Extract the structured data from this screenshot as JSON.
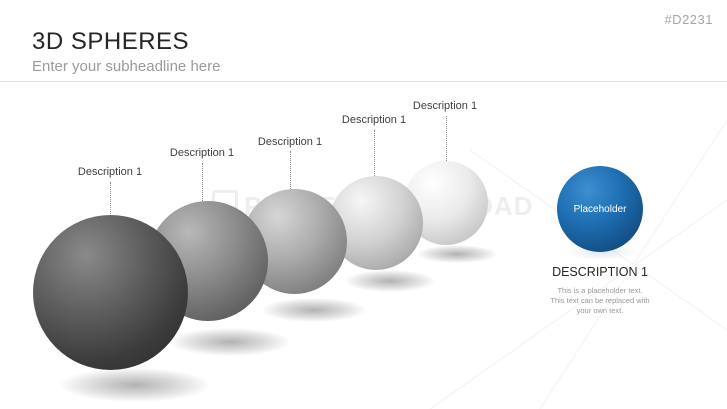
{
  "slide_id": "#D2231",
  "header": {
    "title": "3D SPHERES",
    "subtitle": "Enter your subheadline here"
  },
  "watermark": "PRESENTATIONLOAD",
  "spheres": [
    {
      "label": "Description 1",
      "shade": "#5e5e5e"
    },
    {
      "label": "Description 1",
      "shade": "#8c8c8c"
    },
    {
      "label": "Description 1",
      "shade": "#ababab"
    },
    {
      "label": "Description 1",
      "shade": "#d2d2d2"
    },
    {
      "label": "Description 1",
      "shade": "#eaeaea"
    }
  ],
  "legend": {
    "sphere_label": "Placeholder",
    "color": "#1f6fb3",
    "title": "DESCRIPTION 1",
    "text": "This is a placeholder text. This text can be replaced with your own text."
  }
}
